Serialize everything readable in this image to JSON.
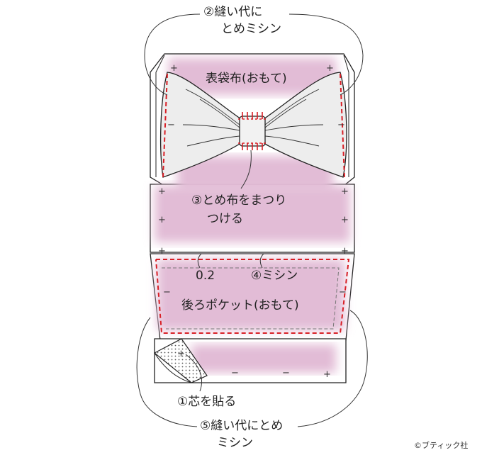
{
  "labels": {
    "step2_line1": "②縫い代に",
    "step2_line2": "とめミシン",
    "outer_fabric": "表袋布(おもて)",
    "step3_line1": "③とめ布をまつり",
    "step3_line2": "つける",
    "margin_02": "0.2",
    "step4": "④ミシン",
    "back_pocket": "後ろポケット(おもて)",
    "step1": "①芯を貼る",
    "step5_line1": "⑤縫い代にとめ",
    "step5_line2": "ミシン"
  },
  "copyright": "©ブティック社",
  "marks": {
    "plus": "+",
    "minus": "−"
  },
  "colors": {
    "fabric_pink": "#e2bcd6",
    "bow_gray": "#ededed",
    "stitch_red": "#d81f26",
    "outline": "#222222"
  }
}
